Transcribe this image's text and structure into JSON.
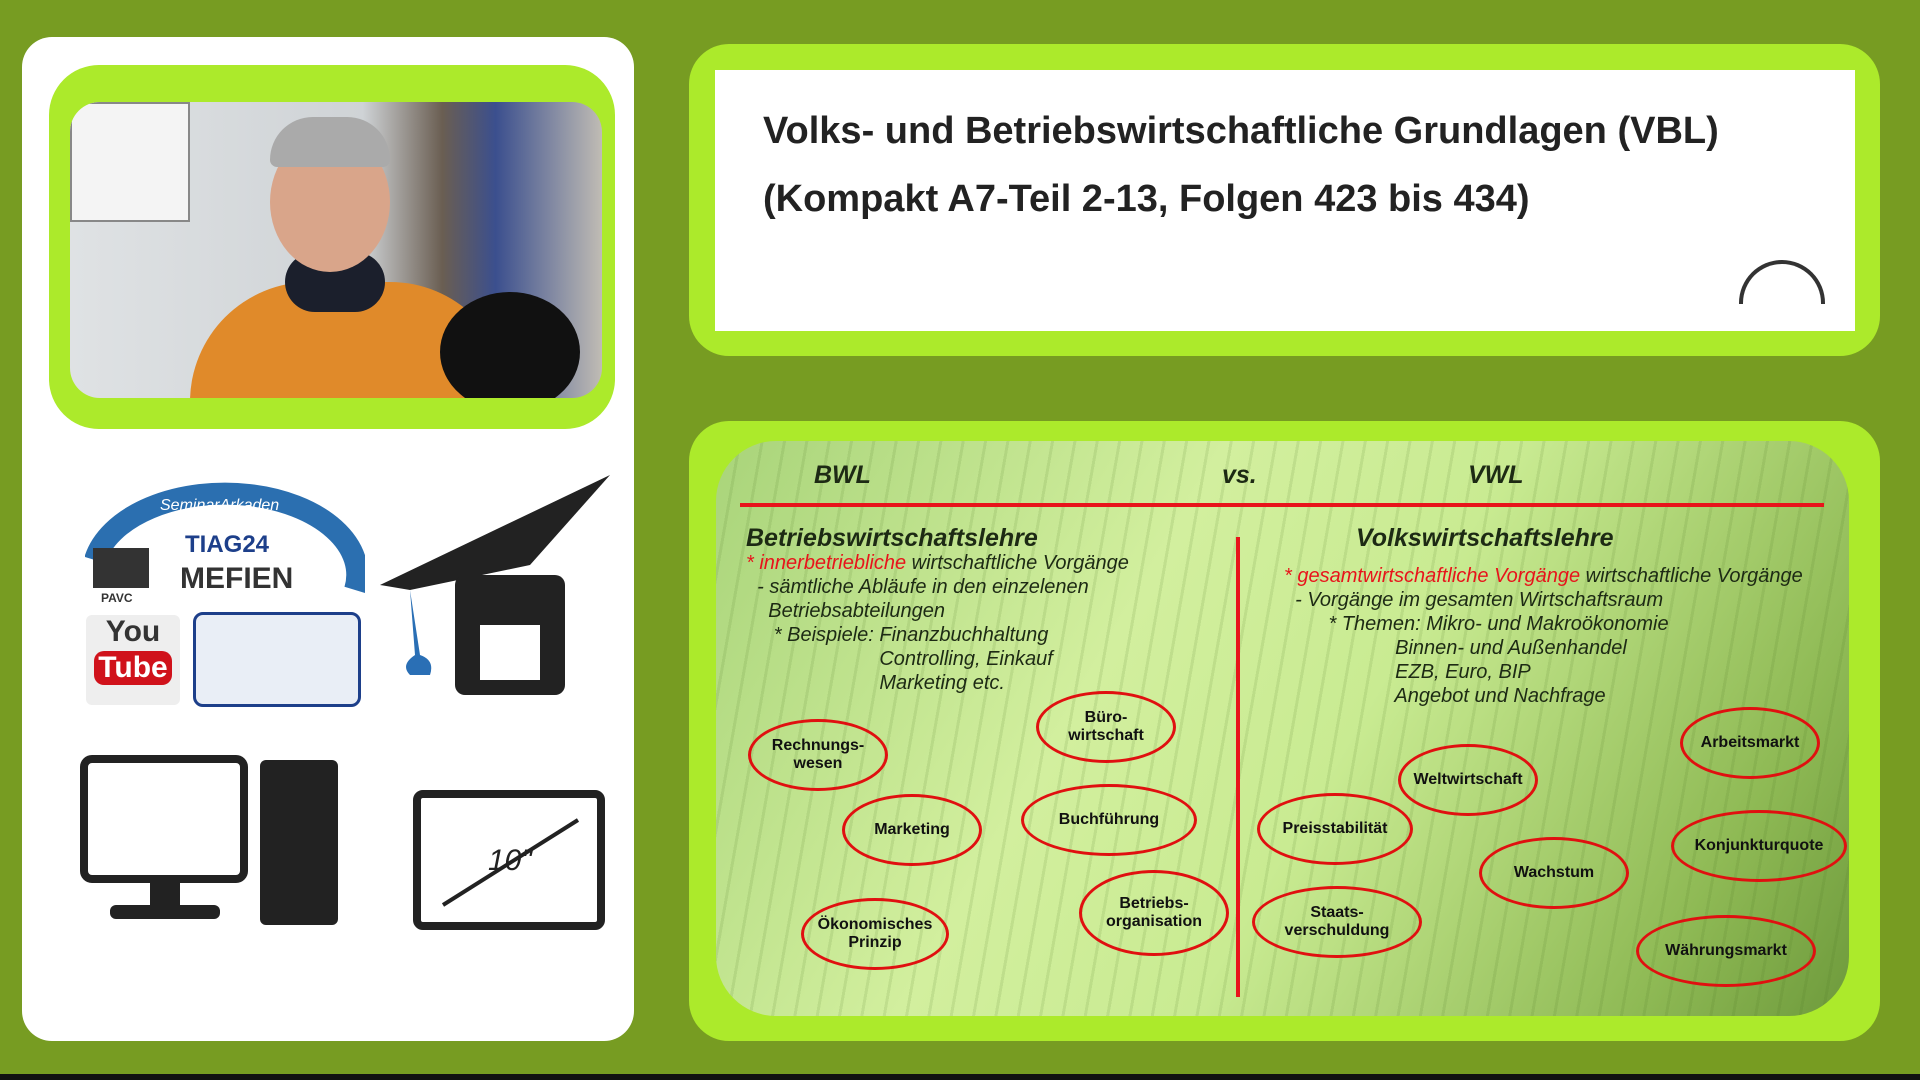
{
  "title": {
    "line1": "Volks- und Betriebswirtschaftliche  Grundlagen (VBL)",
    "line2": "(Kompakt A7-Teil 2-13, Folgen 423 bis 434)"
  },
  "logo": {
    "arc_text": "SeminarArkaden",
    "tiag": "TIAG24",
    "mefien": "MEFIEN",
    "pavc": "PAVC",
    "youtube_you": "You",
    "youtube_tube": "Tube",
    "tablet_size": "10\""
  },
  "slide": {
    "bwl": "BWL",
    "vs": "vs.",
    "vwl": "VWL",
    "bwl_heading": "Betriebswirtschaftslehre",
    "bwl_red": "* innerbetriebliche",
    "bwl_rest": " wirtschaftliche Vorgänge",
    "bwl_lines": "  - sämtliche Abläufe in den einzelenen\n    Betriebsabteilungen\n     * Beispiele: Finanzbuchhaltung\n                        Controlling, Einkauf\n                        Marketing etc.",
    "vwl_heading": "Volkswirtschaftslehre",
    "vwl_red": "* gesamtwirtschaftliche Vorgänge",
    "vwl_rest": " wirtschaftliche Vorgänge",
    "vwl_lines": "  - Vorgänge im gesamten Wirtschaftsraum\n        * Themen: Mikro- und Makroökonomie\n                    Binnen- und Außenhandel\n                    EZB, Euro, BIP\n                    Angebot und Nachfrage",
    "bubbles": [
      "Rechnungs-\nwesen",
      "Marketing",
      "Ökonomisches\nPrinzip",
      "Büro-\nwirtschaft",
      "Buchführung",
      "Betriebs-\norganisation",
      "Preisstabilität",
      "Staats-\nverschuldung",
      "Weltwirtschaft",
      "Wachstum",
      "Arbeitsmarkt",
      "Konjunkturquote",
      "Währungsmarkt"
    ]
  },
  "colors": {
    "background": "#779c22",
    "frame": "#acea2b",
    "accent_red": "#e8141b"
  }
}
